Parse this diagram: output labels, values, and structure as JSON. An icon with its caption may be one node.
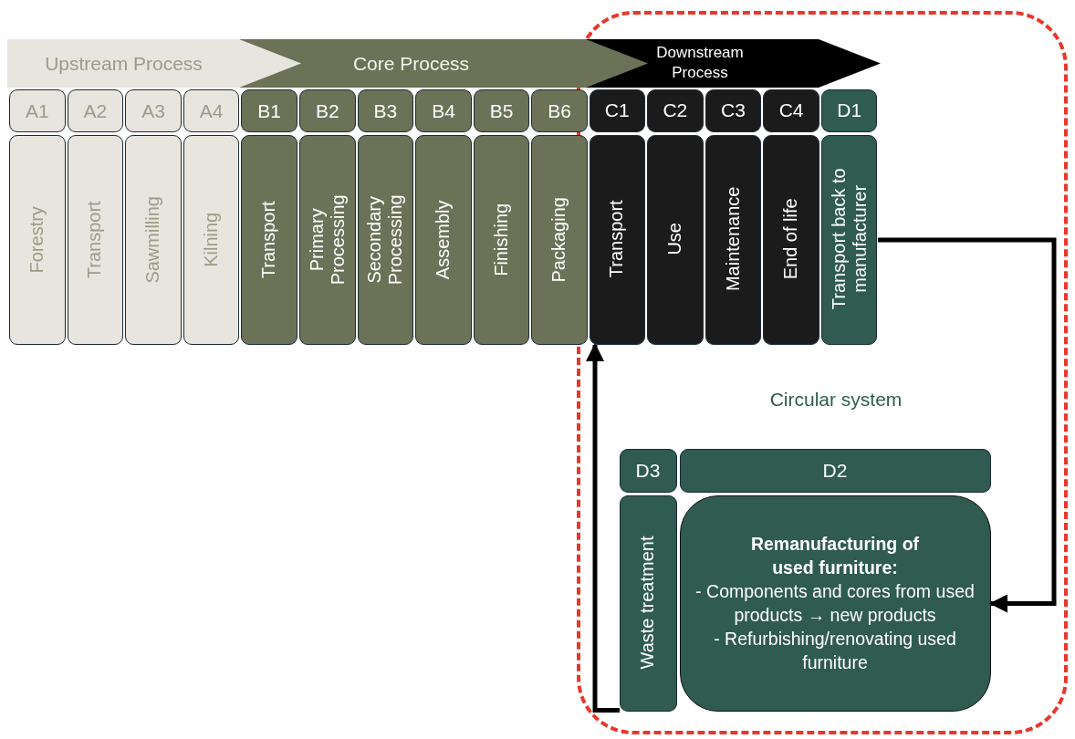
{
  "diagram": {
    "nodes": [
      {
        "text": [
          "Upstream Process"
        ]
      },
      {
        "text": [
          "Core Process"
        ]
      },
      {
        "text": [
          "Circular system"
        ]
      },
      {
        "text": [
          "Downstream Process"
        ],
        "in": 2
      },
      {
        "text": [
          "A1"
        ]
      },
      {
        "text": [
          "Forestry"
        ]
      },
      {
        "text": [
          "A2"
        ]
      },
      {
        "text": [
          "Transport"
        ]
      },
      {
        "text": [
          "A3"
        ]
      },
      {
        "text": [
          "Sawmilling"
        ]
      },
      {
        "text": [
          "A4"
        ]
      },
      {
        "text": [
          "Kilning"
        ]
      },
      {
        "text": [
          "B1"
        ]
      },
      {
        "text": [
          "Transport"
        ]
      },
      {
        "text": [
          "B2"
        ]
      },
      {
        "text": [
          "Primary Processing"
        ]
      },
      {
        "text": [
          "B3"
        ]
      },
      {
        "text": [
          "Secondary Processing"
        ]
      },
      {
        "text": [
          "B4"
        ]
      },
      {
        "text": [
          "Assembly"
        ]
      },
      {
        "text": [
          "B5"
        ]
      },
      {
        "text": [
          "Finishing"
        ]
      },
      {
        "text": [
          "B6"
        ]
      },
      {
        "text": [
          "Packaging"
        ]
      },
      {
        "text": [
          "C1"
        ],
        "in": 2
      },
      {
        "text": [
          "Transport"
        ],
        "in": 2
      },
      {
        "text": [
          "C2"
        ],
        "in": 2
      },
      {
        "text": [
          "Use"
        ],
        "in": 2
      },
      {
        "text": [
          "C3"
        ],
        "in": 2
      },
      {
        "text": [
          "Maintenance"
        ],
        "in": 2
      },
      {
        "text": [
          "C4"
        ],
        "in": 2
      },
      {
        "text": [
          "End of life"
        ],
        "in": 2
      },
      {
        "text": [
          "D1"
        ],
        "in": 2
      },
      {
        "text": [
          "Transport back to manufacturer"
        ],
        "in": 2
      },
      {
        "text": [
          "D3"
        ],
        "in": 2
      },
      {
        "text": [
          "Waste treatment"
        ],
        "in": 2
      },
      {
        "text": [
          "D2"
        ],
        "in": 2
      },
      {
        "text": [
          "Remanufacturing of used furniture:",
          "- Components and cores from used products → new products",
          "- Refurbishing/renovating used furniture"
        ],
        "in": 2
      }
    ],
    "edges": [
      {
        "from": 33,
        "to": 37,
        "arrow": "to"
      },
      {
        "from": 35,
        "to": 25,
        "arrow": "to"
      }
    ]
  }
}
